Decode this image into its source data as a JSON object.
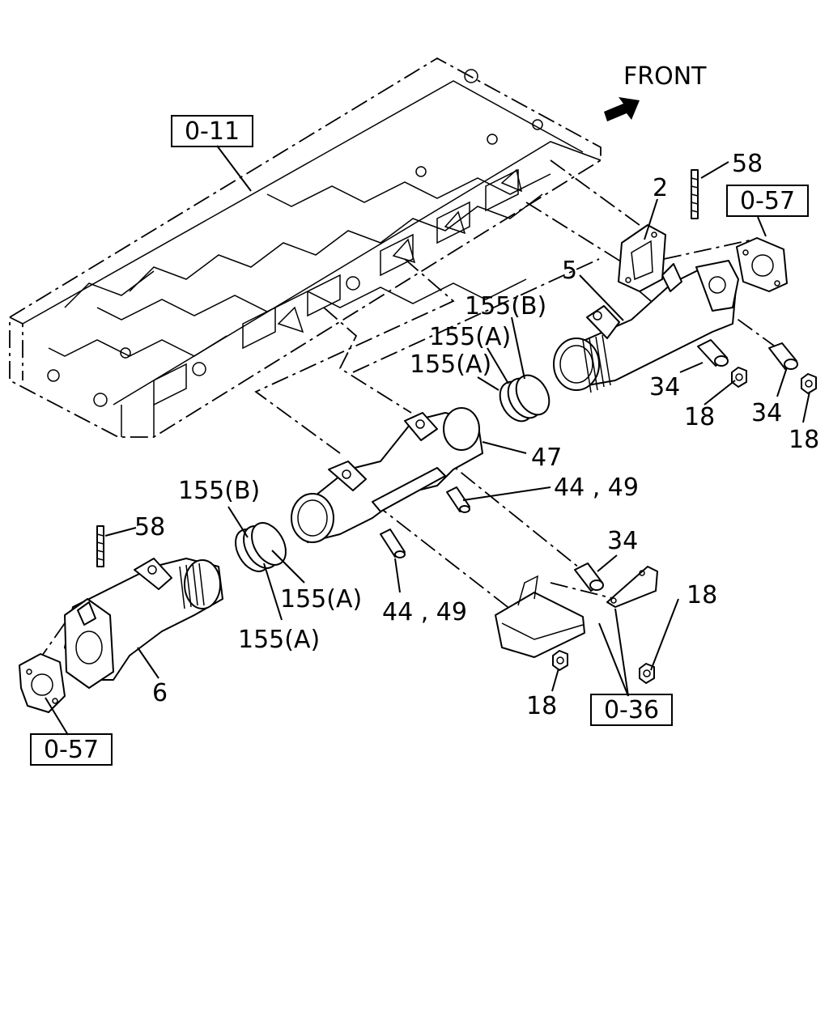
{
  "direction": {
    "text": "FRONT"
  },
  "refs": {
    "ref_011": "0-11",
    "ref_057_right": "0-57",
    "ref_057_left": "0-57",
    "ref_036": "0-36"
  },
  "labels": {
    "n58_right": "58",
    "n2": "2",
    "n5": "5",
    "n155b_top": "155(B)",
    "n155a_top1": "155(A)",
    "n155a_top2": "155(A)",
    "n34_mid": "34",
    "n18_mid": "18",
    "n34_right": "34",
    "n18_right": "18",
    "n47": "47",
    "n4449_right": "44 , 49",
    "n155b_left": "155(B)",
    "n58_left": "58",
    "n155a_left1": "155(A)",
    "n155a_left2": "155(A)",
    "n4449_left": "44 , 49",
    "n34_low": "34",
    "n18_low": "18",
    "n6": "6",
    "n18_bottom": "18"
  }
}
